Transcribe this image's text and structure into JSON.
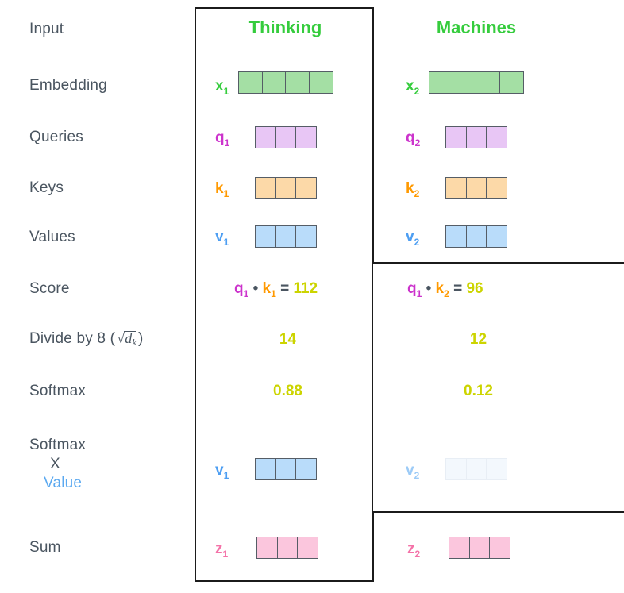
{
  "diagram": {
    "title_words": [
      {
        "text": "Thinking"
      },
      {
        "text": "Machines"
      }
    ],
    "word_color": "#35cc3d",
    "rows": [
      {
        "id": "input",
        "label": "Input"
      },
      {
        "id": "embedding",
        "label": "Embedding"
      },
      {
        "id": "queries",
        "label": "Queries"
      },
      {
        "id": "keys",
        "label": "Keys"
      },
      {
        "id": "values",
        "label": "Values"
      },
      {
        "id": "score",
        "label": "Score"
      },
      {
        "id": "divide",
        "label": "Divide by 8 ("
      },
      {
        "id": "softmax",
        "label": "Softmax"
      },
      {
        "id": "softmax_x_value",
        "label_line1": "Softmax",
        "label_line2": "X",
        "label_line3": "Value"
      },
      {
        "id": "sum",
        "label": "Sum"
      }
    ],
    "divide_math": {
      "radical": "√",
      "d": "d",
      "subscript": "k",
      "close_paren": ")"
    },
    "vectors": {
      "embedding": [
        {
          "name": "x",
          "index": "1",
          "color": "#35cc3d",
          "fill": "#a4dfa4",
          "cells": 4
        },
        {
          "name": "x",
          "index": "2",
          "color": "#35cc3d",
          "fill": "#a4dfa4",
          "cells": 4
        }
      ],
      "queries": [
        {
          "name": "q",
          "index": "1",
          "color": "#cc33cc",
          "fill": "#e8c6f5",
          "cells": 3
        },
        {
          "name": "q",
          "index": "2",
          "color": "#cc33cc",
          "fill": "#e8c6f5",
          "cells": 3
        }
      ],
      "keys": [
        {
          "name": "k",
          "index": "1",
          "color": "#ff9900",
          "fill": "#fcd9a8",
          "cells": 3
        },
        {
          "name": "k",
          "index": "2",
          "color": "#ff9900",
          "fill": "#fcd9a8",
          "cells": 3
        }
      ],
      "values": [
        {
          "name": "v",
          "index": "1",
          "color": "#4d9ef2",
          "fill": "#b9dcfa",
          "cells": 3
        },
        {
          "name": "v",
          "index": "2",
          "color": "#4d9ef2",
          "fill": "#b9dcfa",
          "cells": 3
        }
      ],
      "weighted_values": [
        {
          "name": "v",
          "index": "1",
          "color": "#4d9ef2",
          "fill": "#b9dcfa",
          "cells": 3,
          "faded": false
        },
        {
          "name": "v",
          "index": "2",
          "color": "#9ccbf7",
          "fill": "#f3f8fd",
          "cells": 3,
          "faded": true
        }
      ],
      "sum": [
        {
          "name": "z",
          "index": "1",
          "color": "#f472a8",
          "fill": "#fbc6dd",
          "cells": 3
        },
        {
          "name": "z",
          "index": "2",
          "color": "#f472a8",
          "fill": "#fbc6dd",
          "cells": 3
        }
      ]
    },
    "score": [
      {
        "q": "q",
        "q_index": "1",
        "dot": "•",
        "k": "k",
        "k_index": "1",
        "equals": "=",
        "value": "112"
      },
      {
        "q": "q",
        "q_index": "1",
        "dot": "•",
        "k": "k",
        "k_index": "2",
        "equals": "=",
        "value": "96"
      }
    ],
    "divide_values": [
      "14",
      "12"
    ],
    "softmax_values": [
      "0.88",
      "0.12"
    ],
    "colors": {
      "label_text": "#4a5560",
      "value_blue": "#5ba9f0",
      "scalar_yellow": "#ccd400",
      "frame": "#1b1b1b",
      "cell_border": "#555d66"
    }
  }
}
